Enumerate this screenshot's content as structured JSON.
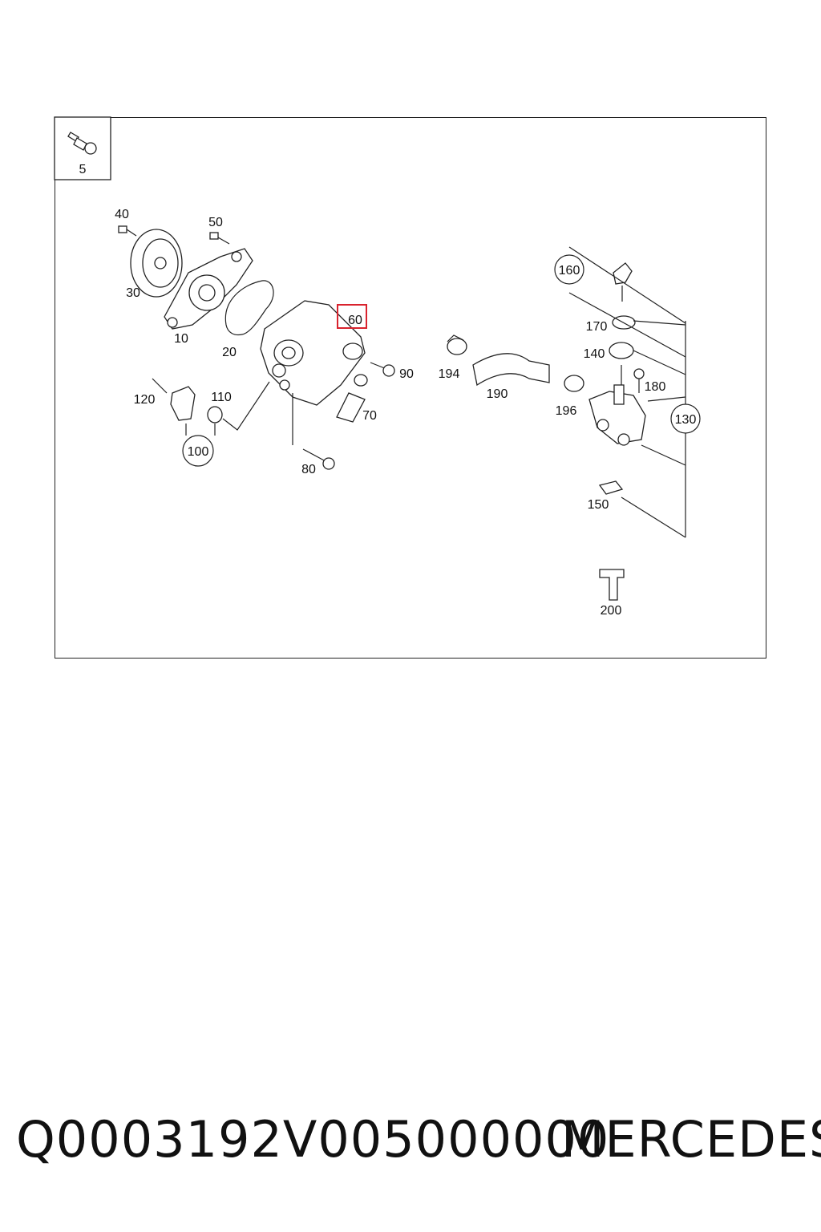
{
  "diagram": {
    "inset_label": "5",
    "highlighted_part": "60",
    "part_labels": {
      "p10": "10",
      "p20": "20",
      "p30": "30",
      "p40": "40",
      "p50": "50",
      "p60": "60",
      "p70": "70",
      "p80": "80",
      "p90": "90",
      "p100": "100",
      "p110": "110",
      "p120": "120",
      "p130": "130",
      "p140": "140",
      "p150": "150",
      "p160": "160",
      "p170": "170",
      "p180": "180",
      "p190": "190",
      "p194": "194",
      "p196": "196",
      "p200": "200"
    },
    "colors": {
      "highlight": "#d9232e",
      "line": "#222222"
    }
  },
  "footer": {
    "part_code": "Q0003192V005000000",
    "brand": "MERCEDES"
  }
}
